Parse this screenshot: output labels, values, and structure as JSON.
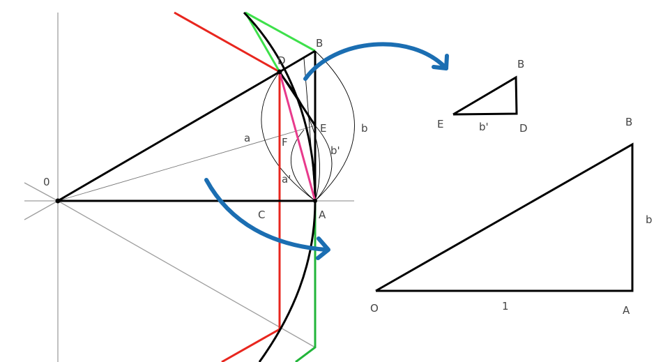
{
  "colors": {
    "axis": "#9e9e9e",
    "outline": "#000000",
    "red": "#e8261e",
    "green": "#22b53a",
    "light_green": "#3ee04b",
    "pink": "#e83a8c",
    "arrow": "#1b6eb2",
    "text": "#444444"
  },
  "main_figure": {
    "origin_label": "0",
    "point_labels": {
      "B": "B",
      "D": "D",
      "E": "E",
      "F": "F",
      "C": "C",
      "A": "A"
    },
    "arc_labels": {
      "a": "a",
      "b": "b",
      "a_prime": "a'",
      "b_prime": "b'"
    }
  },
  "small_triangle": {
    "vertex_labels": {
      "B": "B",
      "E": "E",
      "D": "D"
    },
    "side_label": "b'"
  },
  "large_triangle": {
    "vertex_labels": {
      "B": "B",
      "O": "O",
      "A": "A"
    },
    "side_labels": {
      "vertical": "b",
      "horizontal": "1"
    }
  }
}
